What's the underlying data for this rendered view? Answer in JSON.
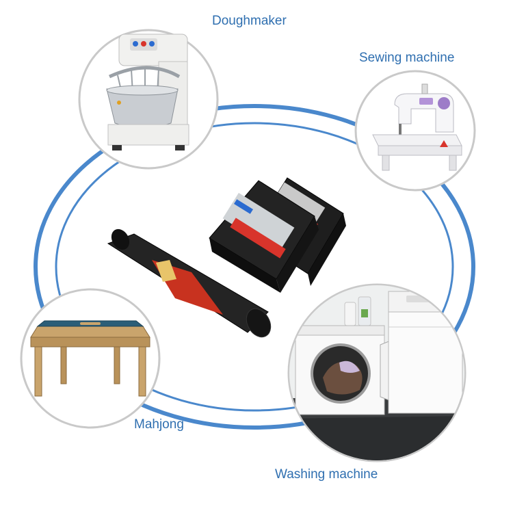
{
  "labels": {
    "doughmaker": "Doughmaker",
    "sewing_machine": "Sewing machine",
    "mahjong": "Mahjong",
    "washing_machine": "Washing machine"
  },
  "colors": {
    "ring_blue": "#4a88cc",
    "label_blue": "#2f6fb0",
    "circle_border": "#c9c9c9"
  },
  "icons": {
    "doughmaker": "dough-mixer-icon",
    "sewing_machine": "sewing-machine-icon",
    "mahjong": "mahjong-table-icon",
    "washing_machine": "washer-dryer-icon",
    "center": "anti-vibration-pads-icon"
  }
}
